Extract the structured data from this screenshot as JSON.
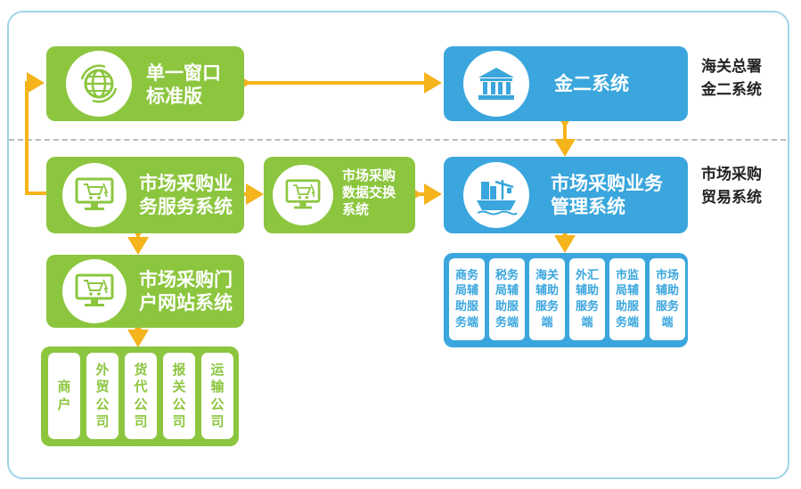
{
  "boxes": {
    "single_window": "单一窗口\n标准版",
    "jin_er": "金二系统",
    "market_service": "市场采购业\n务服务系统",
    "data_exchange": "市场采购\n数据交换\n系统",
    "market_management": "市场采购业务\n管理系统",
    "portal": "市场采购门\n户网站系统"
  },
  "side_labels": {
    "customs": "海关总署\n金二系统",
    "trade": "市场采购\n贸易系统"
  },
  "portal_users": [
    "商\n户",
    "外\n贸\n公\n司",
    "货\n代\n公\n司",
    "报\n关\n公\n司",
    "运\n输\n公\n司"
  ],
  "management_clients": [
    "商务\n局辅\n助服\n务端",
    "税务\n局辅\n助服\n务端",
    "海关\n辅助\n服务\n端",
    "外汇\n辅助\n服务\n端",
    "市监\n局辅\n助服\n务端",
    "市场\n辅助\n服务\n端"
  ],
  "colors": {
    "green": "#8cc63f",
    "blue": "#3aa6dd",
    "arrow": "#f5b31c",
    "frame": "#9fd3ea"
  },
  "icons": {
    "single_window": "globe-icon",
    "jin_er": "bank-icon",
    "market_service": "shopping-cart-monitor-icon",
    "data_exchange": "shopping-cart-monitor-icon",
    "market_management": "cargo-ship-icon",
    "portal": "shopping-cart-monitor-icon"
  }
}
